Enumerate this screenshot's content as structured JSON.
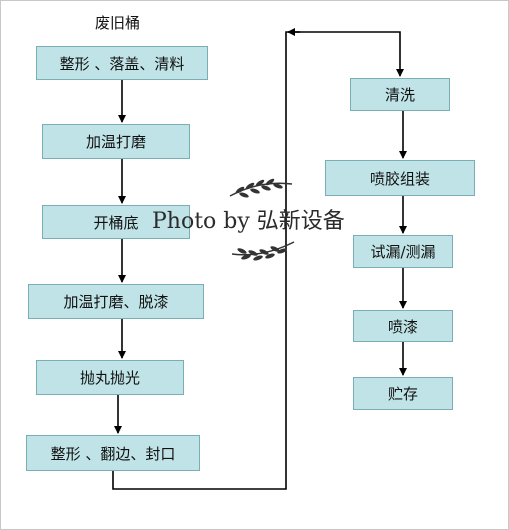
{
  "diagram": {
    "title": "废旧桶",
    "left_steps": [
      "整形 、落盖、清料",
      "加温打磨",
      "开桶底",
      "加温打磨、脱漆",
      "抛丸抛光",
      "整形 、翻边、封口"
    ],
    "right_steps": [
      "清洗",
      "喷胶组装",
      "试漏/测漏",
      "喷漆",
      "贮存"
    ]
  },
  "watermark": {
    "text": "Photo by 弘新设备"
  },
  "colors": {
    "box_fill": "#bfe3e6",
    "box_border": "#7aaeb5",
    "line": "#000000"
  }
}
